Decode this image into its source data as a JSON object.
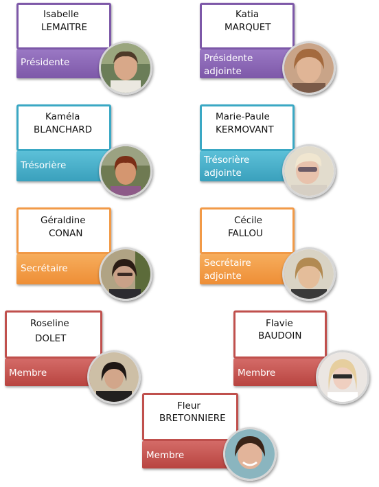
{
  "members": [
    {
      "first": "Isabelle",
      "last": "LEMAITRE",
      "role_line1": "Présidente",
      "role_line2": "",
      "theme": "purple"
    },
    {
      "first": "Katia",
      "last": "MARQUET",
      "role_line1": "Présidente",
      "role_line2": "adjointe",
      "theme": "purple"
    },
    {
      "first": "Kaméla",
      "last": "BLANCHARD",
      "role_line1": "Trésorière",
      "role_line2": "",
      "theme": "teal"
    },
    {
      "first": "Marie-Paule",
      "last": "KERMOVANT",
      "role_line1": "Trésorière",
      "role_line2": "adjointe",
      "theme": "teal"
    },
    {
      "first": "Géraldine",
      "last": "CONAN",
      "role_line1": "Secrétaire",
      "role_line2": "",
      "theme": "orange"
    },
    {
      "first": "Cécile",
      "last": "FALLOU",
      "role_line1": "Secrétaire",
      "role_line2": "adjointe",
      "theme": "orange"
    },
    {
      "first": "Roseline",
      "last": "DOLET",
      "role_line1": "Membre",
      "role_line2": "",
      "theme": "red"
    },
    {
      "first": "Flavie",
      "last": "BAUDOIN",
      "role_line1": "Membre",
      "role_line2": "",
      "theme": "red"
    },
    {
      "first": "Fleur",
      "last": "BRETONNIERE",
      "role_line1": "Membre",
      "role_line2": "",
      "theme": "red"
    }
  ],
  "colors": {
    "purple": "#7d58a8",
    "teal": "#3aa8c4",
    "orange": "#f29a47",
    "red": "#c0504d"
  }
}
